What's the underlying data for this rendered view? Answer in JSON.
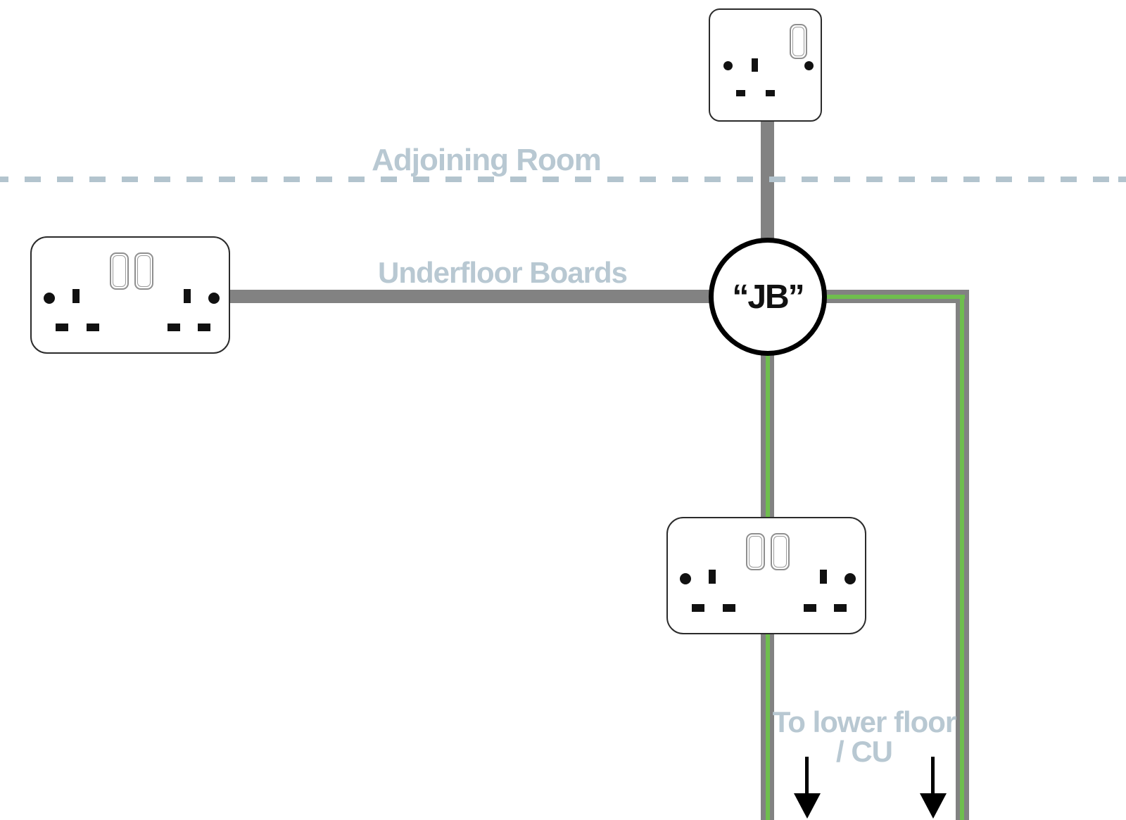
{
  "diagram_type": "ring-main-spur-wiring-diagram",
  "labels": {
    "adjoining_room": "Adjoining Room",
    "underfloor_boards": "Underfloor Boards",
    "junction_box": "“JB”",
    "to_lower_floor_line1": "To lower floor",
    "to_lower_floor_line2": "/ CU"
  },
  "components": {
    "sockets": [
      {
        "type": "single-switched-socket",
        "position": "top-adjoining-room"
      },
      {
        "type": "double-switched-socket",
        "position": "left"
      },
      {
        "type": "double-switched-socket",
        "position": "bottom"
      }
    ],
    "junction_box_label": "“JB”",
    "arrows": [
      "down-arrow-left",
      "down-arrow-right"
    ]
  },
  "colors": {
    "cable_gray": "#828282",
    "earth_green": "#6fbe4e",
    "label_blue_gray": "#b8c8d2",
    "boundary_dash": "#b3c4ce",
    "socket_outline": "#2b2b2b",
    "switch_gray": "#8f8f8f",
    "pin_black": "#111111"
  }
}
